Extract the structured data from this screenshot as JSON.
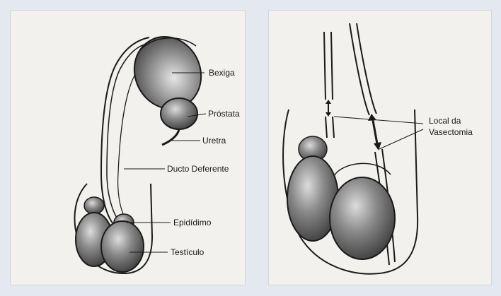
{
  "left_diagram": {
    "labels": {
      "bladder": "Bexiga",
      "prostate": "Próstata",
      "urethra": "Uretra",
      "vas_deferens": "Ducto Deferente",
      "epididymis": "Epidídimo",
      "testicle": "Testículo"
    }
  },
  "right_diagram": {
    "labels": {
      "vasectomy_site_line1": "Local da",
      "vasectomy_site_line2": "Vasectomia"
    }
  },
  "colors": {
    "background": "#e3e9ee",
    "panel": "#f2f1ee",
    "organ_dark": "#5a5a5a",
    "organ_light": "#d8d8d8",
    "outline": "#1a1a1a"
  }
}
